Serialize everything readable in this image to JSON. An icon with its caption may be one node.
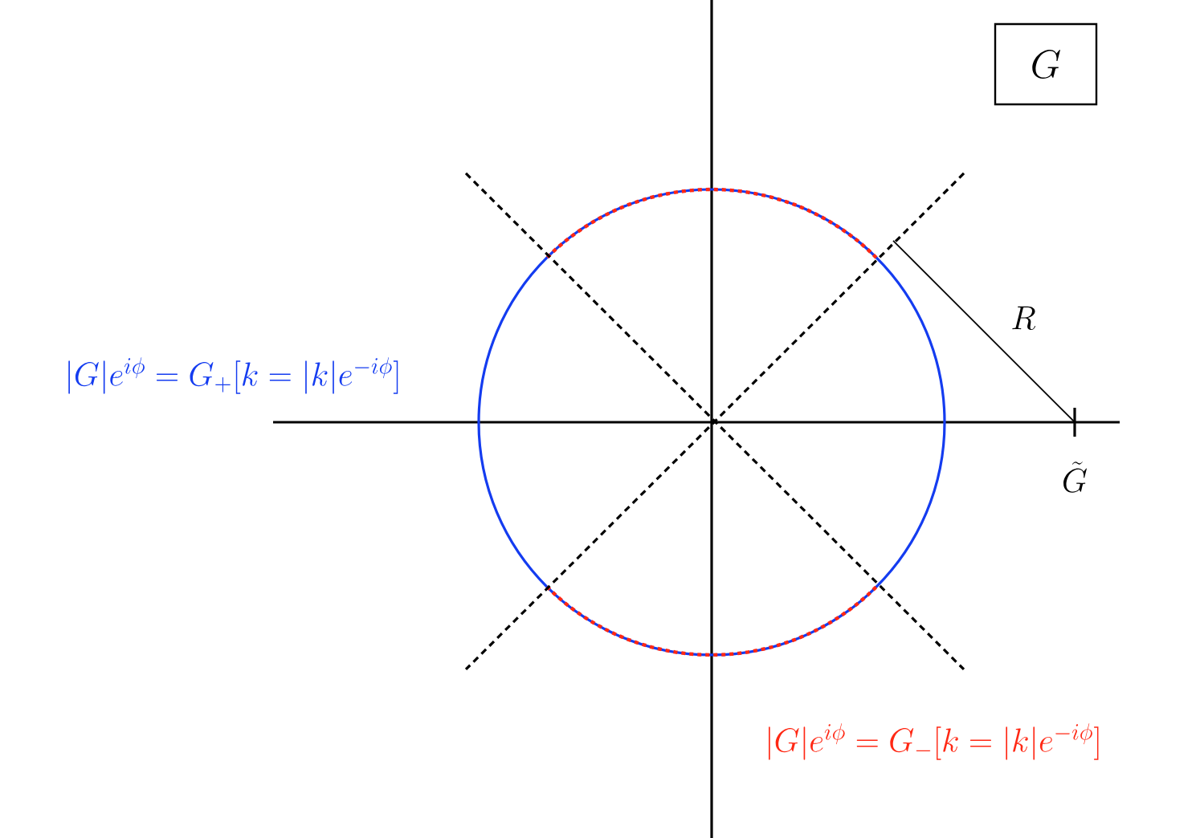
{
  "diagram": {
    "nodes": [
      {
        "text": [
          "G"
        ]
      }
    ],
    "labels": [
      "R",
      "\\tilde{G}",
      "|G|e^{i\\phi} = G_+[k=|k|e^{-i\\phi}]",
      "|G|e^{i\\phi} = G_-[k=|k|e^{-i\\phi}]"
    ]
  }
}
